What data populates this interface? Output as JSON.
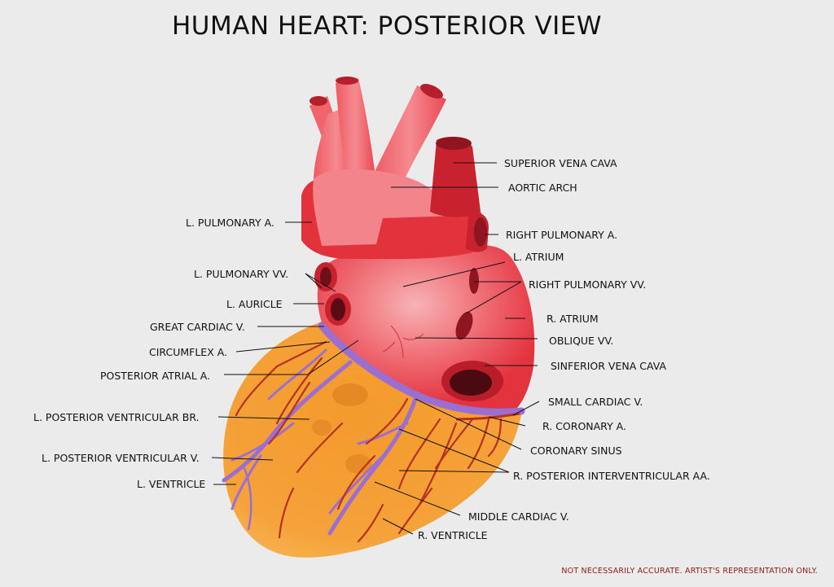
{
  "title": "HUMAN HEART: POSTERIOR VIEW",
  "disclaimer": "NOT NECESSARILY ACCURATE. ARTIST'S REPRESENTATION ONLY.",
  "colors": {
    "background": "#ebebeb",
    "heart_red": "#e63b45",
    "heart_highlight": "#f7a0a6",
    "vessel_dark": "#b8202c",
    "ventricle_orange": "#f29a2e",
    "vein_purple": "#9b6fd1",
    "artery_dark_red": "#b5321e"
  },
  "labels": {
    "superior_vena_cava": "SUPERIOR VENA CAVA",
    "aortic_arch": "AORTIC ARCH",
    "l_pulmonary_a": "L. PULMONARY A.",
    "right_pulmonary_a": "RIGHT PULMONARY A.",
    "l_atrium": "L. ATRIUM",
    "l_pulmonary_vv": "L. PULMONARY VV.",
    "right_pulmonary_vv": "RIGHT PULMONARY VV.",
    "l_auricle": "L. AURICLE",
    "r_atrium": "R. ATRIUM",
    "great_cardiac_v": "GREAT CARDIAC V.",
    "oblique_vv": "OBLIQUE VV.",
    "circumflex_a": "CIRCUMFLEX A.",
    "sinferior_vena_cava": "SINFERIOR VENA CAVA",
    "posterior_atrial_a": "POSTERIOR ATRIAL A.",
    "small_cardiac_v": "SMALL CARDIAC V.",
    "l_posterior_ventricular_br": "L. POSTERIOR VENTRICULAR BR.",
    "r_coronary_a": "R. CORONARY A.",
    "coronary_sinus": "CORONARY SINUS",
    "l_posterior_ventricular_v": "L. POSTERIOR VENTRICULAR V.",
    "r_posterior_interventricular_aa": "R. POSTERIOR INTERVENTRICULAR AA.",
    "l_ventricle": "L. VENTRICLE",
    "middle_cardiac_v": "MIDDLE CARDIAC V.",
    "r_ventricle": "R. VENTRICLE"
  }
}
